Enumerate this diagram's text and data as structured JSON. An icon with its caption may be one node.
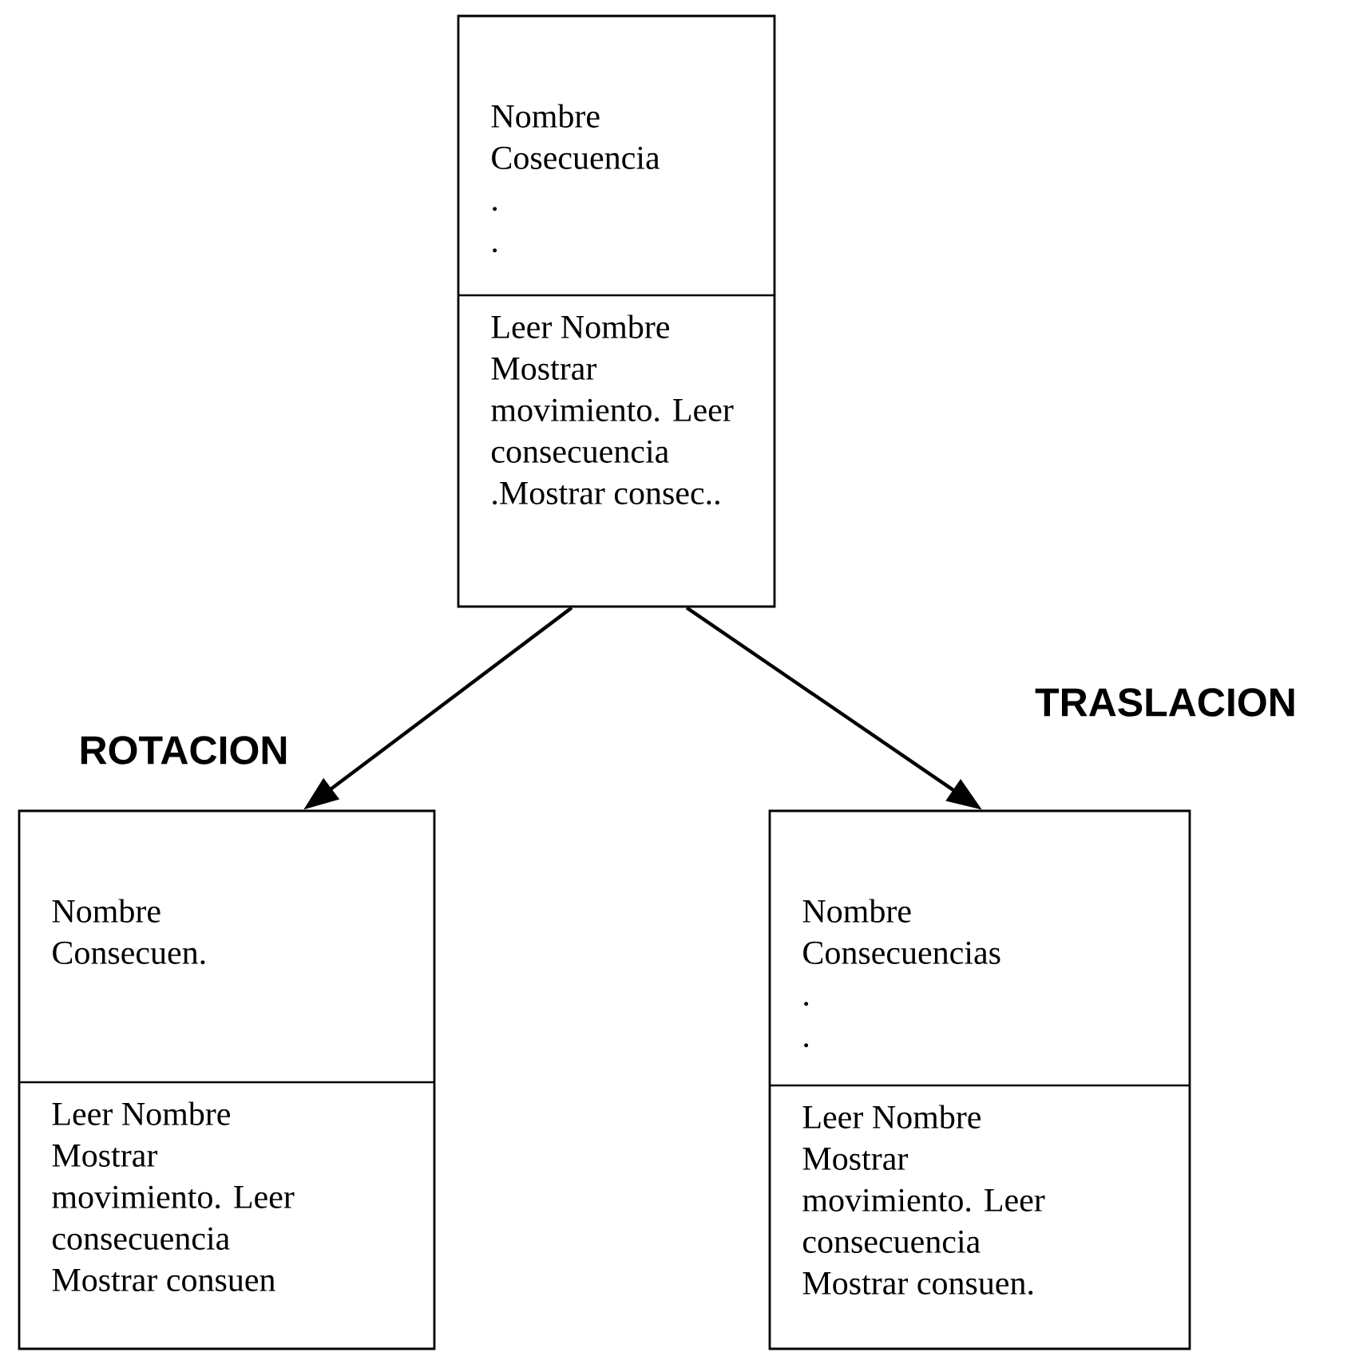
{
  "diagram": {
    "nodes": [
      {
        "text": [
          "Nombre Cosecuencia . .",
          "Leer Nombre Mostrar movimiento. Leer consecuencia .Mostrar consec.."
        ]
      },
      {
        "text": [
          "Nombre Consecuen.",
          "Leer Nombre Mostrar movimiento. Leer consecuencia Mostrar consuen"
        ]
      },
      {
        "text": [
          "Nombre Consecuencias . .",
          "Leer Nombre Mostrar movimiento. Leer consecuencia Mostrar consuen."
        ]
      }
    ],
    "edges": [
      {
        "from": 0,
        "to": 1,
        "arrow": "to",
        "label": "ROTACION"
      },
      {
        "from": 0,
        "to": 2,
        "arrow": "to",
        "label": "TRASLACION"
      }
    ]
  }
}
